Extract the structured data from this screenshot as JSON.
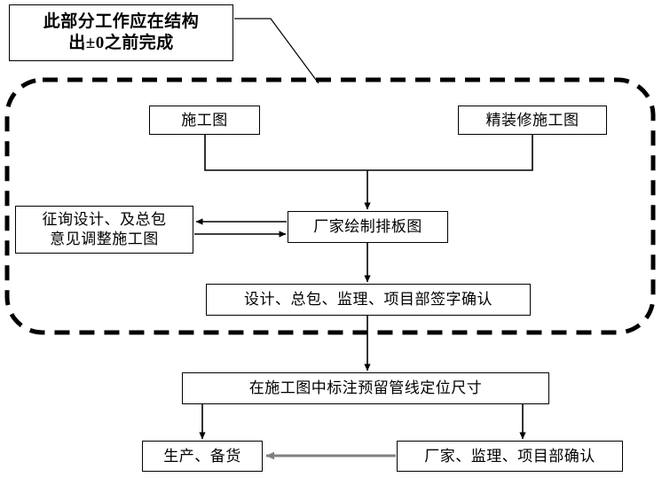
{
  "diagram": {
    "title_note": "此部分工作应在结构\n出±0之前完成",
    "callout": {
      "name": "callout-note",
      "text": "此部分工作应在结构\n出±0之前完成"
    },
    "phase_group": {
      "name": "dashed-phase-boundary",
      "style": "dashed-rounded-rectangle",
      "color": "#000000"
    },
    "nodes": [
      {
        "id": "construction-drawing",
        "label": "施工图"
      },
      {
        "id": "decoration-drawing",
        "label": "精装修施工图"
      },
      {
        "id": "consult-adjust",
        "label": "征询设计、及总包\n意见调整施工图"
      },
      {
        "id": "factory-layout",
        "label": "厂家绘制排板图"
      },
      {
        "id": "sign-confirm",
        "label": "设计、总包、监理、项目部签字确认"
      },
      {
        "id": "mark-dimensions",
        "label": "在施工图中标注预留管线定位尺寸"
      },
      {
        "id": "production-stock",
        "label": "生产、备货"
      },
      {
        "id": "factory-confirm",
        "label": "厂家、监理、项目部确认"
      }
    ],
    "edges": [
      {
        "from": "construction-drawing",
        "to": "factory-layout",
        "type": "merge-arrow",
        "color": "#000000"
      },
      {
        "from": "decoration-drawing",
        "to": "factory-layout",
        "type": "merge-arrow",
        "color": "#000000"
      },
      {
        "from": "factory-layout",
        "to": "consult-adjust",
        "type": "arrow-left",
        "color": "#000000"
      },
      {
        "from": "consult-adjust",
        "to": "factory-layout",
        "type": "arrow-right",
        "color": "#000000"
      },
      {
        "from": "factory-layout",
        "to": "sign-confirm",
        "type": "arrow-down",
        "color": "#000000"
      },
      {
        "from": "sign-confirm",
        "to": "mark-dimensions",
        "type": "arrow-down",
        "color": "#000000"
      },
      {
        "from": "mark-dimensions",
        "to": "production-stock",
        "type": "elbow-arrow-down",
        "color": "#000000"
      },
      {
        "from": "mark-dimensions",
        "to": "factory-confirm",
        "type": "elbow-arrow-down",
        "color": "#000000"
      },
      {
        "from": "factory-confirm",
        "to": "production-stock",
        "type": "arrow-left",
        "color": "#808080"
      }
    ],
    "colors": {
      "stroke": "#000000",
      "gray_arrow": "#808080",
      "background": "#ffffff"
    }
  }
}
